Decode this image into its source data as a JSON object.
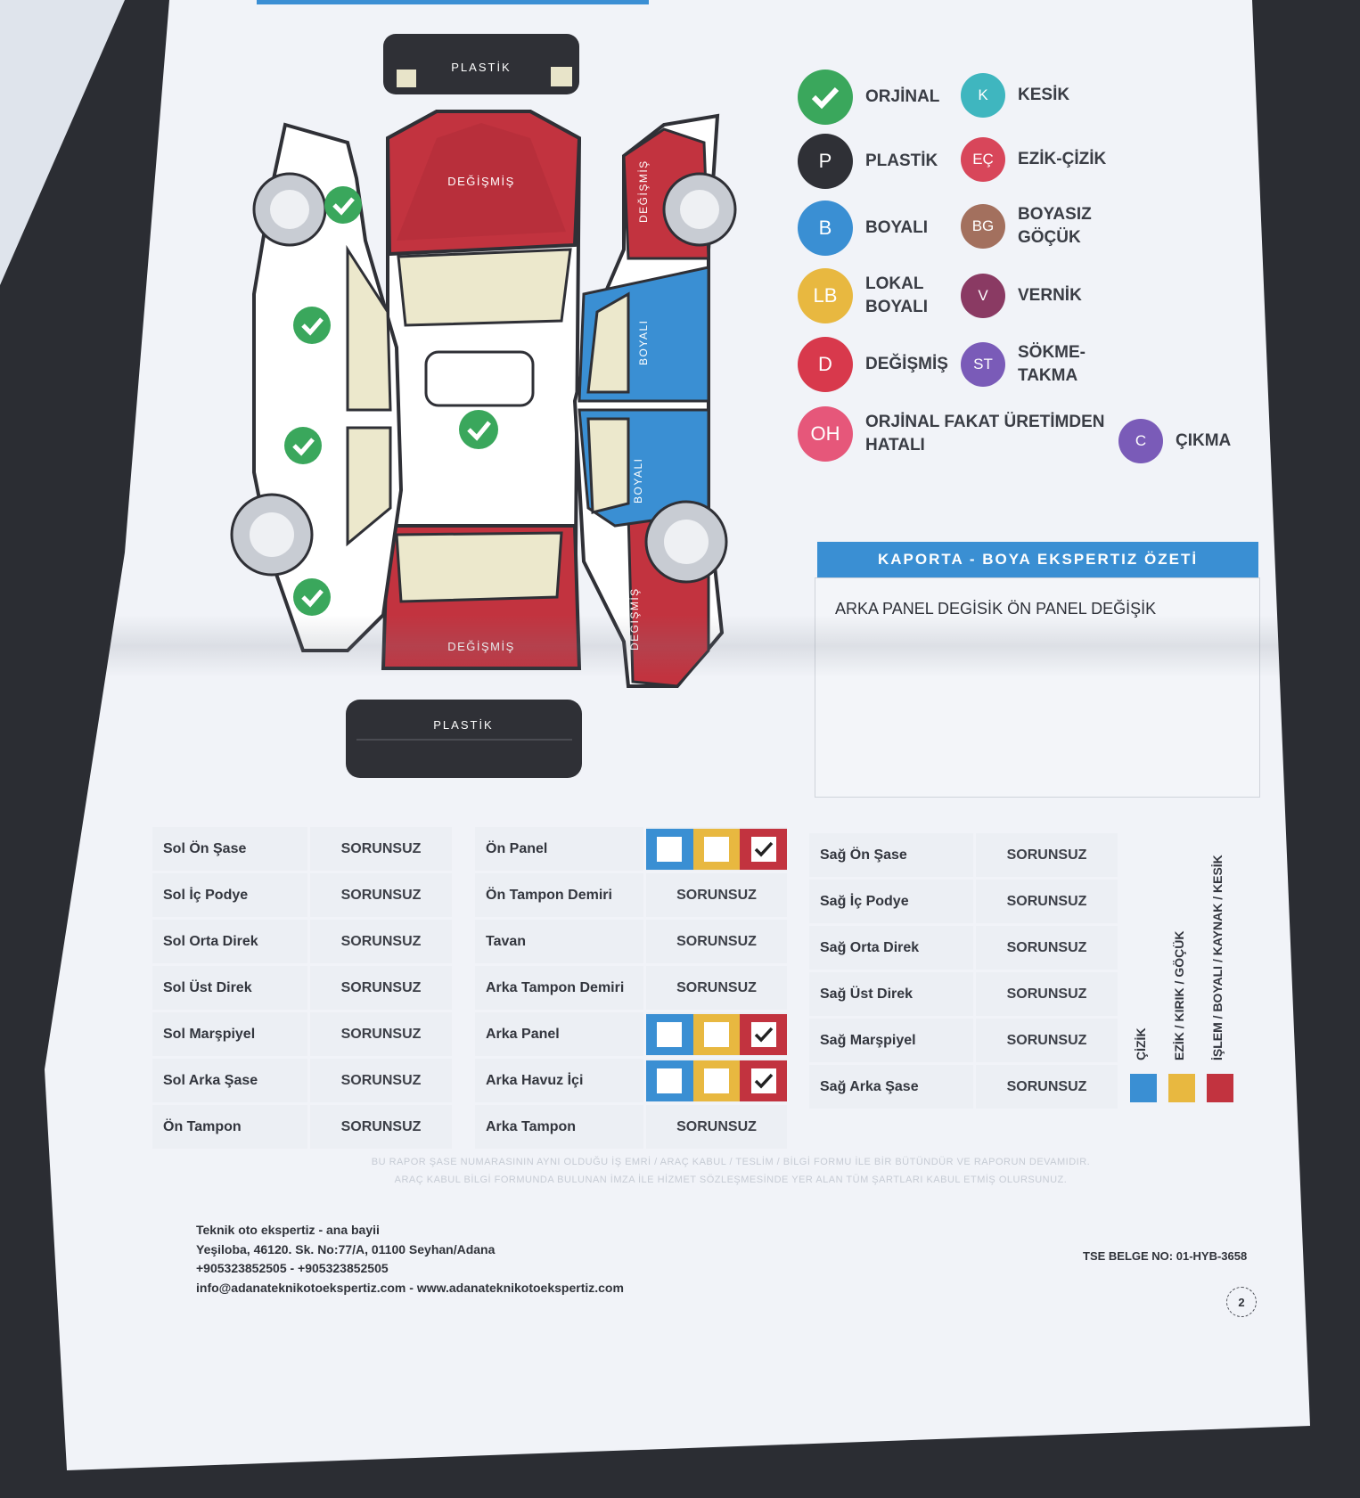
{
  "diagram": {
    "labels": {
      "front_bumper": "PLASTİK",
      "rear_bumper": "PLASTİK",
      "hood": "DEĞİŞMİŞ",
      "trunk": "DEĞİŞMİŞ",
      "right_front_fender": "DEĞİŞMİŞ",
      "right_rear_fender": "DEĞİŞMİŞ",
      "right_front_door": "BOYALI",
      "right_rear_door": "BOYALI"
    },
    "colors": {
      "changed": "#c2333f",
      "painted": "#3a8fd3",
      "plastic": "#2f3036",
      "original": "#3aa75c"
    }
  },
  "legend": [
    {
      "code": "",
      "label": "ORJİNAL",
      "color": "#3aa75c"
    },
    {
      "code": "K",
      "label": "KESİK",
      "color": "#3fb6bf"
    },
    {
      "code": "P",
      "label": "PLASTİK",
      "color": "#2f3036"
    },
    {
      "code": "EÇ",
      "label": "EZİK-ÇİZİK",
      "color": "#d8465a"
    },
    {
      "code": "B",
      "label": "BOYALI",
      "color": "#3a8fd3"
    },
    {
      "code": "BG",
      "label_line1": "BOYASIZ",
      "label_line2": "GÖÇÜK",
      "color": "#a3705e"
    },
    {
      "code": "LB",
      "label_line1": "LOKAL",
      "label_line2": "BOYALI",
      "color": "#e8b840"
    },
    {
      "code": "V",
      "label": "VERNİK",
      "color": "#8a3a63"
    },
    {
      "code": "D",
      "label": "DEĞİŞMİŞ",
      "color": "#d8394c"
    },
    {
      "code": "ST",
      "label_line1": "SÖKME-",
      "label_line2": "TAKMA",
      "color": "#7a5bb8"
    },
    {
      "code": "OH",
      "label_line1": "ORJİNAL FAKAT ÜRETİMDEN",
      "label_line2": "HATALI",
      "color": "#e6577a"
    },
    {
      "code": "C",
      "label": "ÇIKMA",
      "color": "#7a5bb8"
    }
  ],
  "summary": {
    "title": "KAPORTA - BOYA EKSPERTIZ ÖZETİ",
    "text": "ARKA PANEL DEGİSİK ÖN PANEL DEĞİŞİK"
  },
  "left_table": [
    {
      "part": "Sol Ön Şase",
      "status": "SORUNSUZ"
    },
    {
      "part": "Sol İç Podye",
      "status": "SORUNSUZ"
    },
    {
      "part": "Sol Orta Direk",
      "status": "SORUNSUZ"
    },
    {
      "part": "Sol Üst Direk",
      "status": "SORUNSUZ"
    },
    {
      "part": "Sol Marşpiyel",
      "status": "SORUNSUZ"
    },
    {
      "part": "Sol Arka Şase",
      "status": "SORUNSUZ"
    },
    {
      "part": "Ön Tampon",
      "status": "SORUNSUZ"
    }
  ],
  "middle_table": [
    {
      "part": "Ön Panel",
      "status": "",
      "boxes": true
    },
    {
      "part": "Ön Tampon Demiri",
      "status": "SORUNSUZ"
    },
    {
      "part": "Tavan",
      "status": "SORUNSUZ"
    },
    {
      "part": "Arka Tampon Demiri",
      "status": "SORUNSUZ"
    },
    {
      "part": "Arka Panel",
      "status": "",
      "boxes": true
    },
    {
      "part": "Arka Havuz İçi",
      "status": "",
      "boxes": true
    },
    {
      "part": "Arka Tampon",
      "status": "SORUNSUZ"
    }
  ],
  "right_table": [
    {
      "part": "Sağ Ön Şase",
      "status": "SORUNSUZ"
    },
    {
      "part": "Sağ İç Podye",
      "status": "SORUNSUZ"
    },
    {
      "part": "Sağ Orta Direk",
      "status": "SORUNSUZ"
    },
    {
      "part": "Sağ Üst Direk",
      "status": "SORUNSUZ"
    },
    {
      "part": "Sağ Marşpiyel",
      "status": "SORUNSUZ"
    },
    {
      "part": "Sağ Arka Şase",
      "status": "SORUNSUZ"
    }
  ],
  "damage_legend": {
    "scratch": "ÇİZİK",
    "dent": "EZİK / KIRIK / GÖÇÜK",
    "work": "İŞLEM / BOYALI / KAYNAK / KESİK",
    "scratch_color": "#3a8fd3",
    "dent_color": "#e8b840",
    "work_color": "#c2333f"
  },
  "disclaimer": {
    "line1": "BU RAPOR ŞASE NUMARASININ AYNI OLDUĞU İŞ EMRİ / ARAÇ KABUL / TESLİM / BİLGİ FORMU İLE BİR BÜTÜNDÜR VE RAPORUN DEVAMIDIR.",
    "line2": "ARAÇ KABUL BİLGİ FORMUNDA BULUNAN İMZA İLE HİZMET SÖZLEŞMESİNDE YER ALAN TÜM ŞARTLARI KABUL ETMİŞ OLURSUNUZ."
  },
  "footer": {
    "company": "Teknik oto ekspertiz - ana bayii",
    "address": "Yeşiloba, 46120. Sk. No:77/A, 01100 Seyhan/Adana",
    "phones": "+905323852505 - +905323852505",
    "email": "info@adanateknikotoekspertiz.com",
    "separator": "-",
    "website": "www.adanateknikotoekspertiz.com",
    "tse": "TSE BELGE NO: 01-HYB-3658",
    "page": "2"
  }
}
